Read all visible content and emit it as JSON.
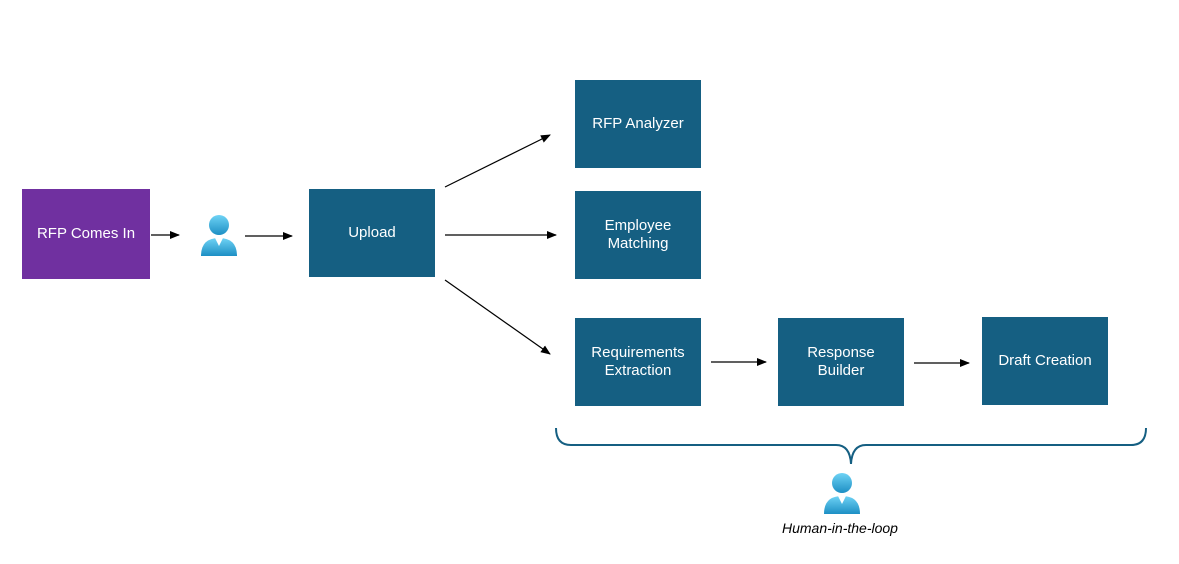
{
  "nodes": {
    "rfp_comes_in": "RFP Comes In",
    "upload": "Upload",
    "rfp_analyzer": "RFP Analyzer",
    "employee_matching": "Employee Matching",
    "requirements_extraction": "Requirements Extraction",
    "response_builder": "Response Builder",
    "draft_creation": "Draft Creation"
  },
  "caption": "Human-in-the-loop",
  "icons": {
    "person": "person-icon",
    "arrow": "arrow-right-icon",
    "brace": "curly-brace-icon"
  },
  "colors": {
    "purple_box": "#7030a0",
    "blue_box": "#155f82",
    "brace": "#155f82",
    "person_light": "#5cc8ef",
    "person_dark": "#1d8fc4"
  }
}
